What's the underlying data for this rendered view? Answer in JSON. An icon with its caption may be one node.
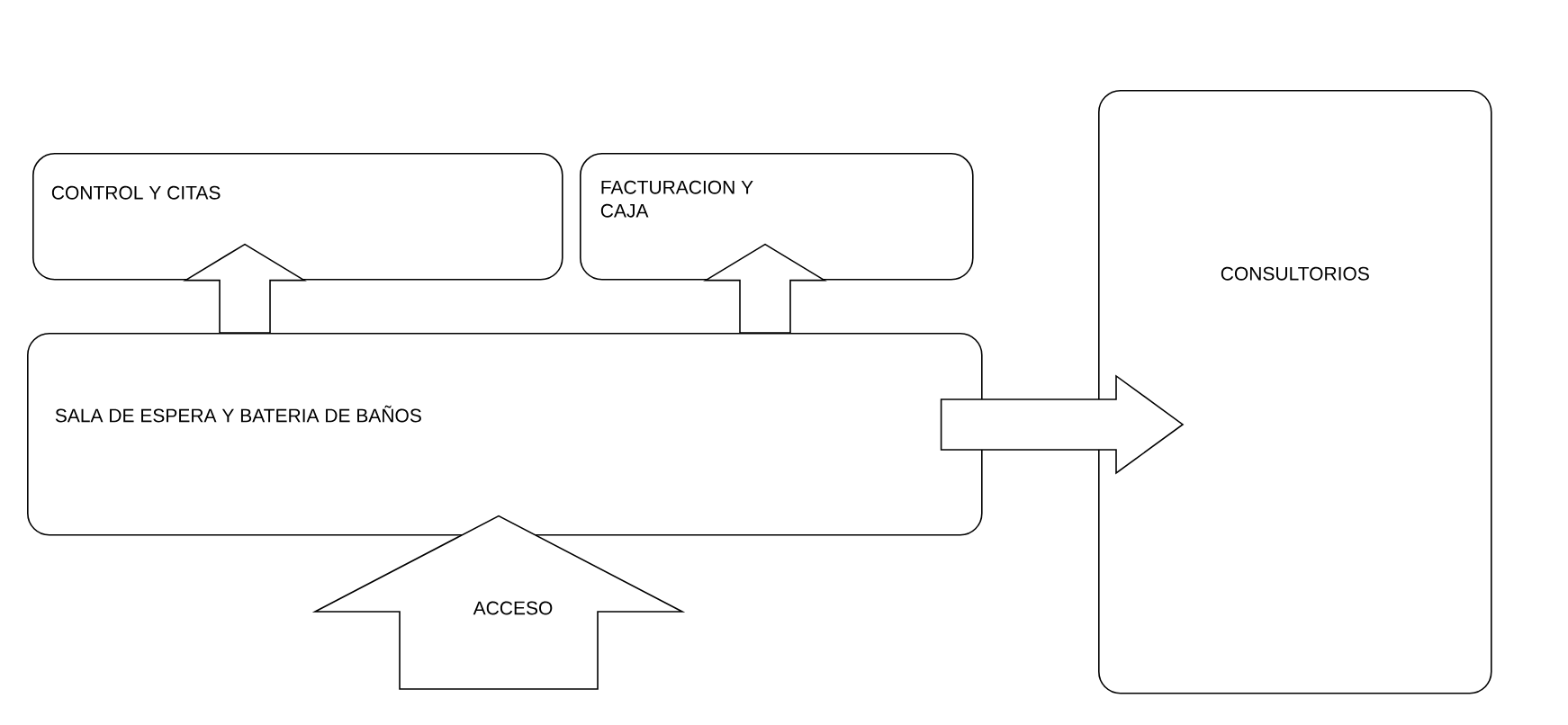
{
  "diagram": {
    "nodes": [
      {
        "text": [
          "CONTROL Y CITAS"
        ]
      },
      {
        "text": [
          "FACTURACION Y CAJA"
        ]
      },
      {
        "text": [
          "SALA DE ESPERA Y BATERIA DE BAÑOS"
        ]
      },
      {
        "text": [
          "CONSULTORIOS"
        ]
      }
    ],
    "edges": [
      {
        "from": 2,
        "to": 0,
        "arrow": "to"
      },
      {
        "from": 2,
        "to": 1,
        "arrow": "to"
      },
      {
        "from": 2,
        "to": 3,
        "arrow": "to"
      },
      {
        "from": null,
        "to": 2,
        "arrow": "to",
        "label": "ACCESO"
      }
    ]
  }
}
